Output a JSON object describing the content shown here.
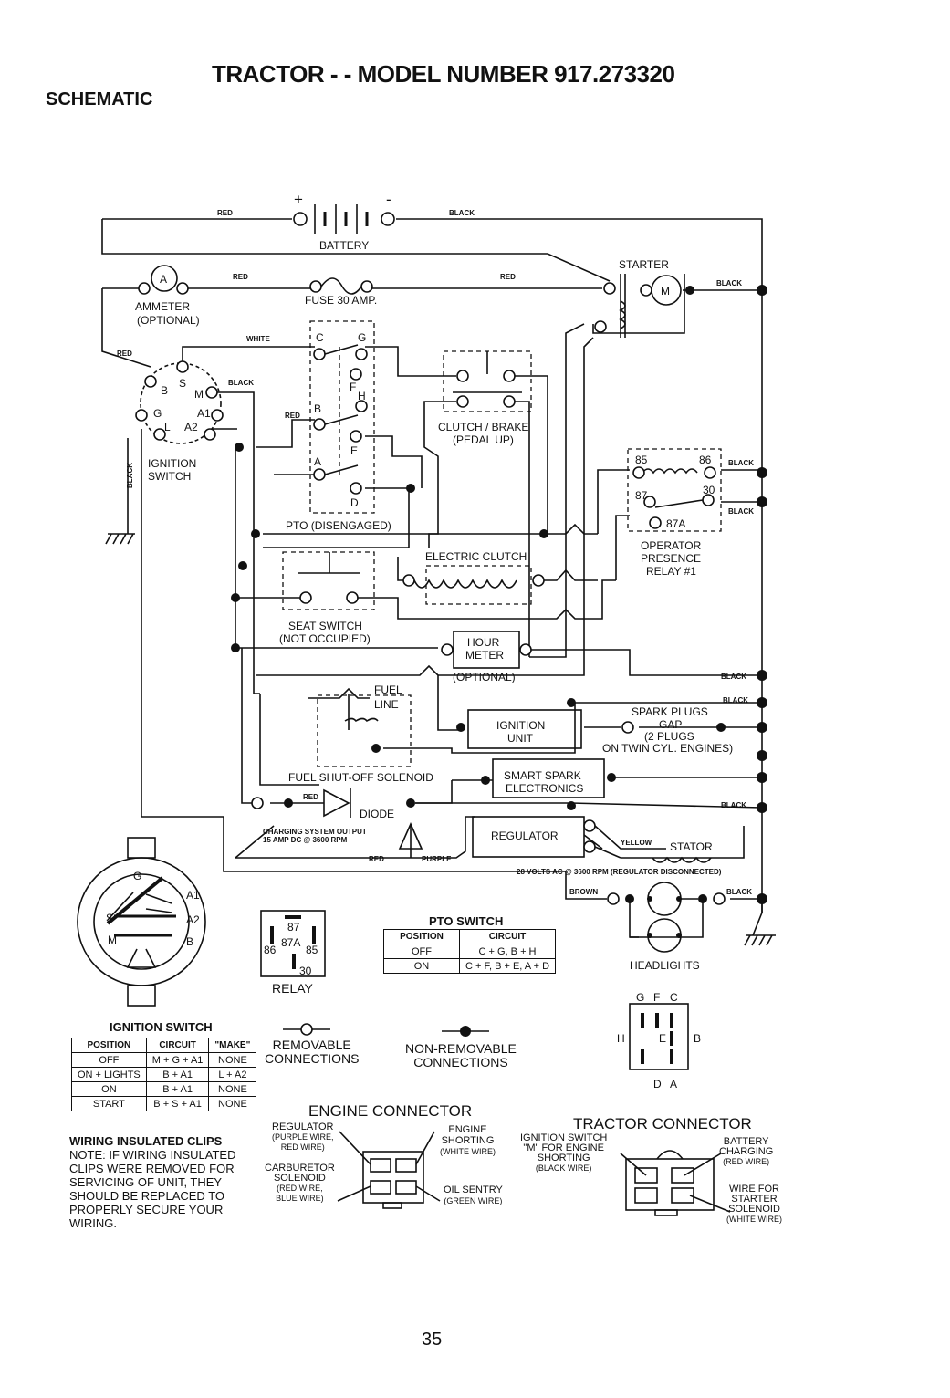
{
  "header": {
    "title": "TRACTOR - - MODEL NUMBER 917.273320",
    "subtitle": "SCHEMATIC"
  },
  "components": {
    "battery": "BATTERY",
    "battery_plus": "+",
    "battery_minus": "-",
    "ammeter": "AMMETER",
    "ammeter_optional": "(OPTIONAL)",
    "ammeter_a": "A",
    "fuse": "FUSE 30 AMP.",
    "starter": "STARTER",
    "starter_m": "M",
    "ignition_switch": "IGNITION",
    "ignition_switch2": "SWITCH",
    "clutch_brake": "CLUTCH / BRAKE",
    "clutch_brake2": "(PEDAL UP)",
    "pto": "PTO (DISENGAGED)",
    "electric_clutch": "ELECTRIC CLUTCH",
    "seat_switch": "SEAT SWITCH",
    "seat_switch2": "(NOT OCCUPIED)",
    "hour_meter": "HOUR",
    "hour_meter2": "METER",
    "hour_meter3": "(OPTIONAL)",
    "operator_relay": "OPERATOR",
    "operator_relay2": "PRESENCE",
    "operator_relay3": "RELAY #1",
    "fuel_line": "FUEL",
    "fuel_line2": "LINE",
    "fuel_solenoid": "FUEL SHUT-OFF SOLENOID",
    "ignition_unit": "IGNITION",
    "ignition_unit2": "UNIT",
    "spark_plugs": "SPARK PLUGS",
    "spark_gap": "GAP",
    "spark_count": "(2 PLUGS",
    "spark_twin": "ON TWIN CYL. ENGINES)",
    "smart_spark": "SMART SPARK",
    "smart_spark2": "ELECTRONICS",
    "diode": "DIODE",
    "regulator": "REGULATOR",
    "stator": "STATOR",
    "charging_output": "CHARGING SYSTEM OUTPUT",
    "charging_output2": "15 AMP DC @ 3600 RPM",
    "stator_output": "28 VOLTS AC @ 3600 RPM (REGULATOR DISCONNECTED)",
    "headlights": "HEADLIGHTS",
    "relay": "RELAY"
  },
  "terminals": {
    "ign": [
      "B",
      "S",
      "M",
      "G",
      "A1",
      "L",
      "A2"
    ],
    "pto": [
      "C",
      "G",
      "F",
      "H",
      "B",
      "E",
      "A",
      "D"
    ],
    "relay": [
      "85",
      "86",
      "87",
      "30",
      "87A"
    ],
    "relay_icon": [
      "87",
      "86",
      "87A",
      "85",
      "30"
    ],
    "ign_icon": [
      "G",
      "A1",
      "S",
      "A2",
      "M",
      "B"
    ],
    "tractor_conn": [
      "G",
      "F",
      "C",
      "H",
      "E",
      "B",
      "D",
      "A"
    ]
  },
  "wire_colors": {
    "red": "RED",
    "black": "BLACK",
    "white": "WHITE",
    "yellow": "YELLOW",
    "purple": "PURPLE",
    "brown": "BROWN"
  },
  "pto_table": {
    "caption": "PTO SWITCH",
    "headers": [
      "POSITION",
      "CIRCUIT"
    ],
    "rows": [
      [
        "OFF",
        "C + G, B + H"
      ],
      [
        "ON",
        "C + F, B + E, A + D"
      ]
    ]
  },
  "ign_table": {
    "caption": "IGNITION SWITCH",
    "headers": [
      "POSITION",
      "CIRCUIT",
      "\"MAKE\""
    ],
    "rows": [
      [
        "OFF",
        "M + G + A1",
        "NONE"
      ],
      [
        "ON + LIGHTS",
        "B + A1",
        "L + A2"
      ],
      [
        "ON",
        "B + A1",
        "NONE"
      ],
      [
        "START",
        "B + S + A1",
        "NONE"
      ]
    ]
  },
  "legend": {
    "removable": "REMOVABLE",
    "removable2": "CONNECTIONS",
    "nonremovable": "NON-REMOVABLE",
    "nonremovable2": "CONNECTIONS"
  },
  "note": {
    "heading": "WIRING INSULATED CLIPS",
    "body": "NOTE: IF WIRING INSULATED\nCLIPS WERE REMOVED FOR\nSERVICING OF UNIT, THEY\nSHOULD BE REPLACED TO\nPROPERLY SECURE YOUR\nWIRING."
  },
  "engine_connector": {
    "title": "ENGINE CONNECTOR",
    "regulator": "REGULATOR",
    "regulator2": "(PURPLE WIRE,",
    "regulator3": "RED WIRE)",
    "carburetor": "CARBURETOR",
    "carburetor2": "SOLENOID",
    "carburetor3": "(RED WIRE,",
    "carburetor4": "BLUE WIRE)",
    "shorting": "ENGINE",
    "shorting2": "SHORTING",
    "shorting3": "(WHITE WIRE)",
    "oil": "OIL SENTRY",
    "oil2": "(GREEN WIRE)"
  },
  "tractor_connector": {
    "title": "TRACTOR CONNECTOR",
    "ign": "IGNITION SWITCH",
    "ign2": "\"M\" FOR ENGINE",
    "ign3": "SHORTING",
    "ign4": "(BLACK WIRE)",
    "batt": "BATTERY",
    "batt2": "CHARGING",
    "batt3": "(RED WIRE)",
    "starter": "WIRE FOR",
    "starter2": "STARTER",
    "starter3": "SOLENOID",
    "starter4": "(WHITE WIRE)"
  },
  "page_number": "35"
}
